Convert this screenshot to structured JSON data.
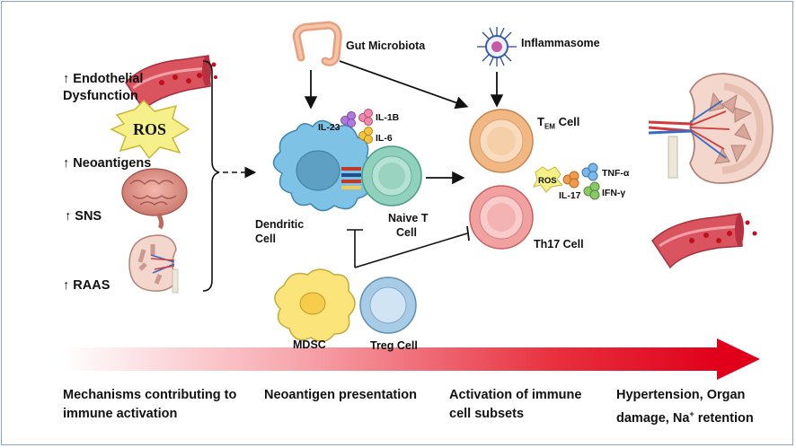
{
  "left_factors": {
    "endothelial_line1": "↑ Endothelial",
    "endothelial_line2": "Dysfunction",
    "ros": "ROS",
    "neoantigens": "↑ Neoantigens",
    "sns": "↑ SNS",
    "raas": "↑ RAAS"
  },
  "top": {
    "gut": "Gut Microbiota",
    "inflammasome": "Inflammasome"
  },
  "cytokines_dc": {
    "il23": "IL-23",
    "il1b": "IL-1B",
    "il6": "IL-6"
  },
  "cells": {
    "dendritic_line1": "Dendritic",
    "dendritic_line2": "Cell",
    "naive_line1": "Naive T",
    "naive_line2": "Cell",
    "tem_main": "T",
    "tem_sub": "EM",
    "tem_suffix": " Cell",
    "th17": "Th17 Cell",
    "mdsc": "MDSC",
    "treg": "Treg Cell"
  },
  "cytokines_t": {
    "ros": "ROS",
    "tnf": "TNF-α",
    "il17": "IL-17",
    "ifn": "IFN-γ"
  },
  "stages": {
    "s1_line1": "Mechanisms contributing to",
    "s1_line2": "immune activation",
    "s2": "Neoantigen presentation",
    "s3_line1": "Activation of immune",
    "s3_line2": "cell subsets",
    "s4_line1": "Hypertension, Organ",
    "s4_line2": "damage, Na",
    "s4_sup": "+",
    "s4_line2_end": " retention"
  },
  "colors": {
    "frame": "#8da3c4",
    "arrow_red": "#e0001a",
    "dendritic": "#7ec3e6",
    "naive_t": "#8fd1bd",
    "tem": "#f1b884",
    "th17": "#f2a1a1",
    "mdsc": "#fbe57a",
    "treg": "#a8cbe6",
    "vessel": "#cf4a59",
    "ros_burst": "#f6f08a"
  }
}
